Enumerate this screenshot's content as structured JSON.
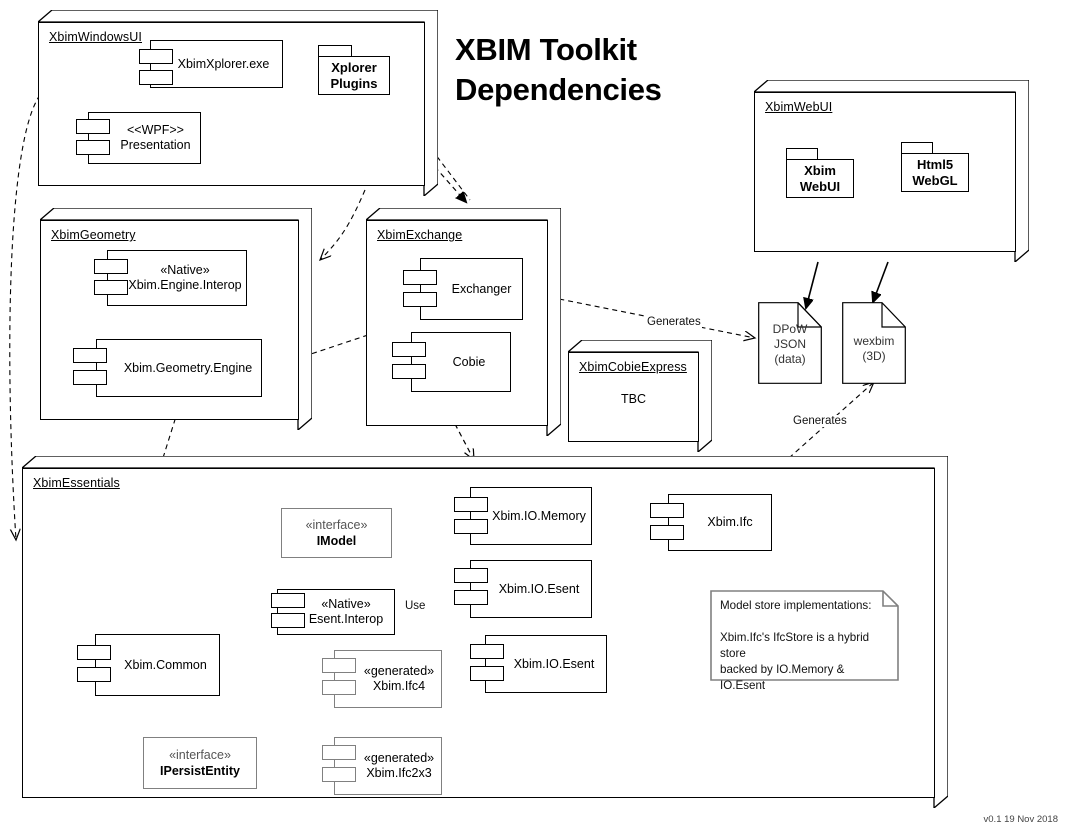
{
  "diagram": {
    "title_line1": "XBIM Toolkit",
    "title_line2": "Dependencies",
    "version": "v0.1 19 Nov 2018"
  },
  "packages": [
    {
      "id": "windowsui",
      "name": "XbimWindowsUI"
    },
    {
      "id": "webui",
      "name": "XbimWebUI"
    },
    {
      "id": "geometry",
      "name": "XbimGeometry"
    },
    {
      "id": "exchange",
      "name": "XbimExchange"
    },
    {
      "id": "cobie",
      "name": "XbimCobieExpress"
    },
    {
      "id": "essentials",
      "name": "XbimEssentials"
    }
  ],
  "components": {
    "xbimxplorer": {
      "label": "XbimXplorer.exe"
    },
    "wpf": {
      "stereotype": "<<WPF>>",
      "label": "Presentation"
    },
    "engineinterop": {
      "stereotype": "«Native»",
      "label": "Xbim.Engine.Interop"
    },
    "geomengine": {
      "label": "Xbim.Geometry.Engine"
    },
    "exchanger": {
      "label": "Exchanger"
    },
    "cobiecomp": {
      "label": "Cobie"
    },
    "iomemory": {
      "label": "Xbim.IO.Memory"
    },
    "ioesent": {
      "label": "Xbim.IO.Esent"
    },
    "ioesent2": {
      "label": "Xbim.IO.Esent"
    },
    "xbimifc": {
      "label": "Xbim.Ifc"
    },
    "esentinterop": {
      "stereotype": "«Native»",
      "label": "Esent.Interop"
    },
    "xbimcommon": {
      "label": "Xbim.Common"
    },
    "ifc4": {
      "stereotype": "«generated»",
      "label": "Xbim.Ifc4"
    },
    "ifc2x3": {
      "stereotype": "«generated»",
      "label": "Xbim.Ifc2x3"
    }
  },
  "folders": {
    "xplorerplugins": {
      "line1": "Xplorer",
      "line2": "Plugins"
    },
    "xbimwebui": {
      "line1": "Xbim",
      "line2": "WebUI"
    },
    "html5webgl": {
      "line1": "Html5",
      "line2": "WebGL"
    }
  },
  "interfaces": {
    "imodel": {
      "stereotype": "«interface»",
      "name": "IModel"
    },
    "ipersistentity": {
      "stereotype": "«interface»",
      "name": "IPersistEntity"
    }
  },
  "documents": {
    "dpow": {
      "line1": "DPoW",
      "line2": "JSON",
      "line3": "(data)"
    },
    "wexbim": {
      "line1": "wexbim",
      "line2": "(3D)",
      "line3": ""
    }
  },
  "placeholders": {
    "cobie_tbc": "TBC"
  },
  "notes": {
    "modelstore": "Model store implementations:\n\nXbim.Ifc's IfcStore is a hybrid store\nbacked by IO.Memory & IO.Esent"
  },
  "edge_labels": {
    "generates_dpow": "Generates",
    "generates_wexbim": "Generates",
    "use": "Use"
  },
  "colors": {
    "stroke": "#000000",
    "gray_stroke": "#808080",
    "background": "#ffffff",
    "text": "#000000"
  }
}
